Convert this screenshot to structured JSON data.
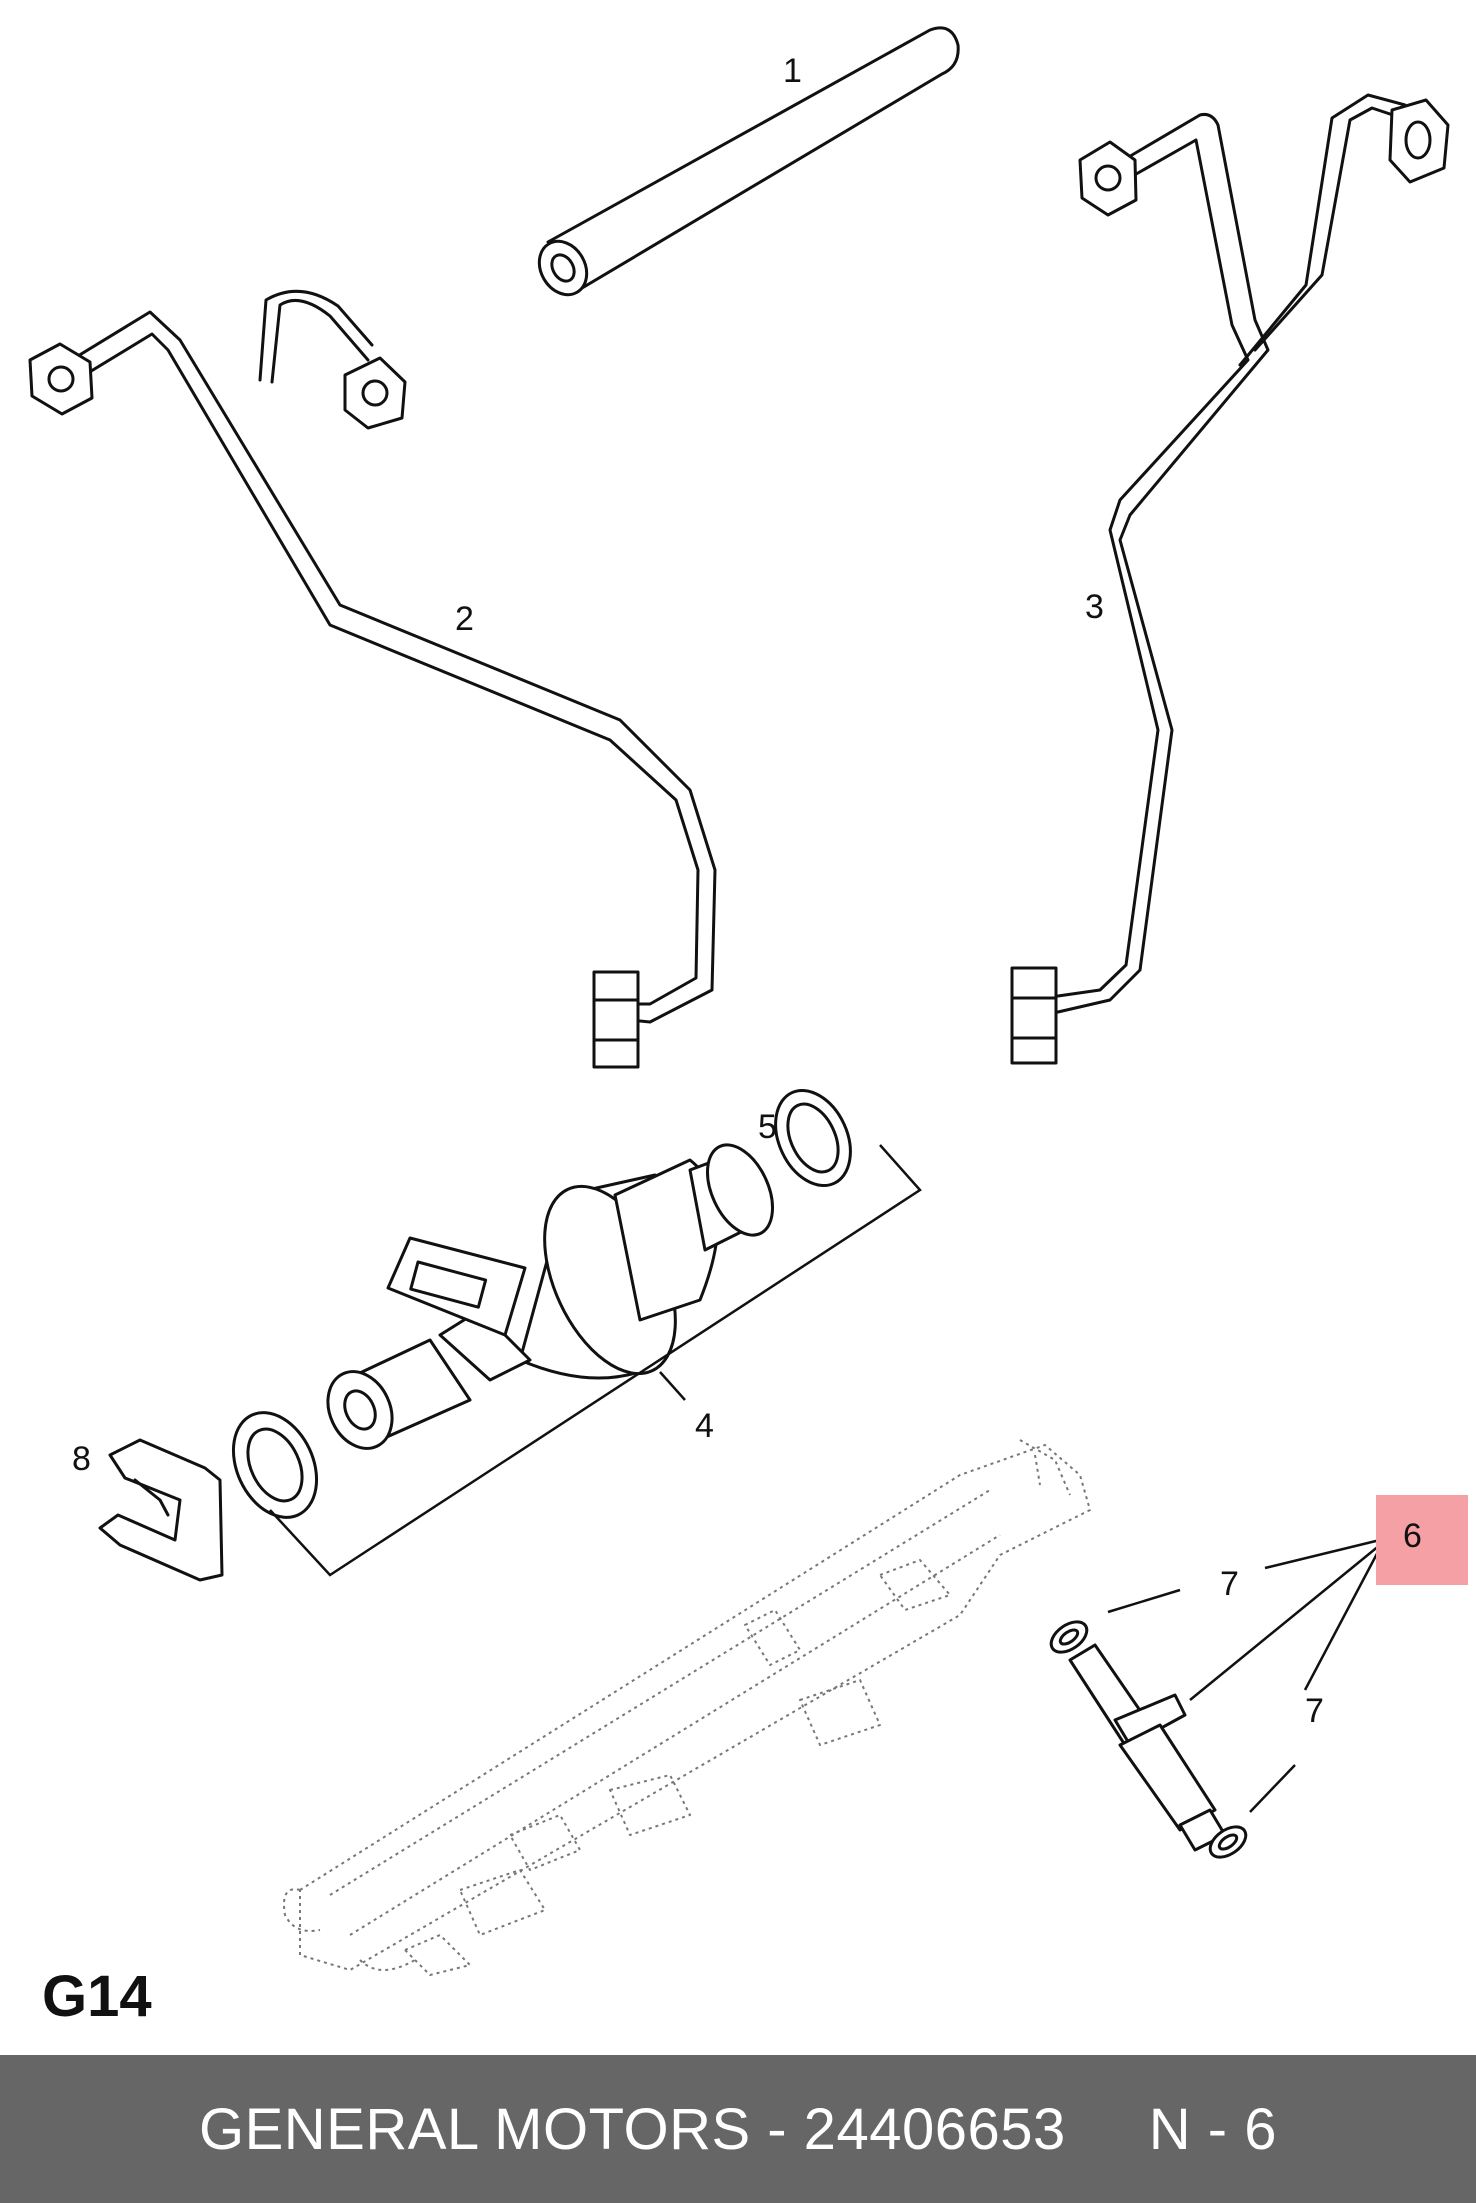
{
  "diagram": {
    "page_label": "G14",
    "callouts": {
      "c1": "1",
      "c2": "2",
      "c3": "3",
      "c4": "4",
      "c5": "5",
      "c6": "6",
      "c7a": "7",
      "c7b": "7",
      "c8": "8"
    },
    "highlight_color": "#f4a0a4"
  },
  "footer": {
    "text": "GENERAL MOTORS - 24406653     N - 6",
    "background": "#666666"
  }
}
